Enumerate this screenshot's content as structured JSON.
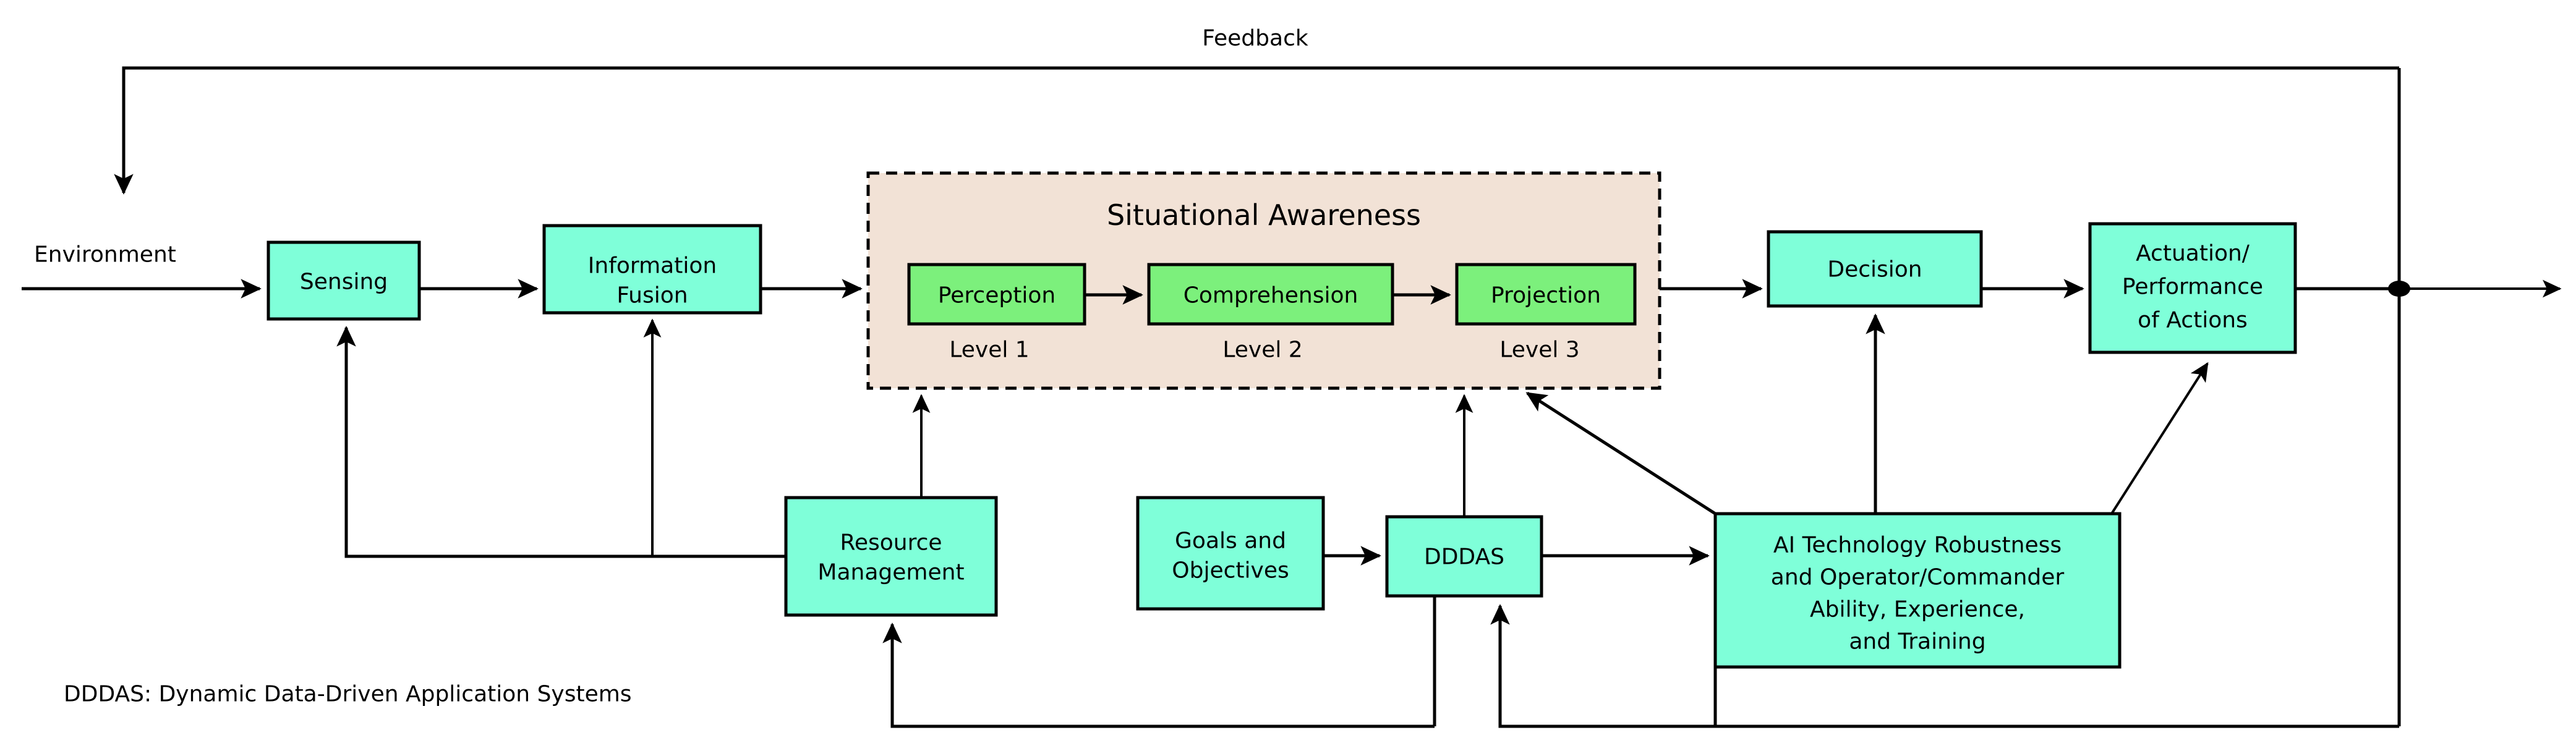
{
  "diagram": {
    "title_label": "Feedback",
    "environment_label": "Environment",
    "legend": "DDDAS: Dynamic Data-Driven Application Systems",
    "colors": {
      "node_fill": "#7FFFD9",
      "level_fill": "#7CF07C",
      "group_fill": "#F2E2D6",
      "stroke": "#000000",
      "background": "#FFFFFF"
    },
    "group": {
      "title": "Situational Awareness",
      "levels": [
        {
          "box_label": "Perception",
          "level_label": "Level 1"
        },
        {
          "box_label": "Comprehension",
          "level_label": "Level 2"
        },
        {
          "box_label": "Projection",
          "level_label": "Level 3"
        }
      ]
    },
    "nodes": [
      {
        "id": "sensing",
        "label": "Sensing"
      },
      {
        "id": "information-fusion",
        "label_line1": "Information",
        "label_line2": "Fusion"
      },
      {
        "id": "decision",
        "label": "Decision"
      },
      {
        "id": "actuation",
        "label_line1": "Actuation/",
        "label_line2": "Performance",
        "label_line3": "of Actions"
      },
      {
        "id": "resource-management",
        "label_line1": "Resource",
        "label_line2": "Management"
      },
      {
        "id": "goals-objectives",
        "label_line1": "Goals and",
        "label_line2": "Objectives"
      },
      {
        "id": "dddas",
        "label": "DDDAS"
      },
      {
        "id": "ai-technology",
        "label_line1": "AI Technology Robustness",
        "label_line2": "and Operator/Commander",
        "label_line3": "Ability, Experience,",
        "label_line4": "and Training"
      }
    ]
  }
}
